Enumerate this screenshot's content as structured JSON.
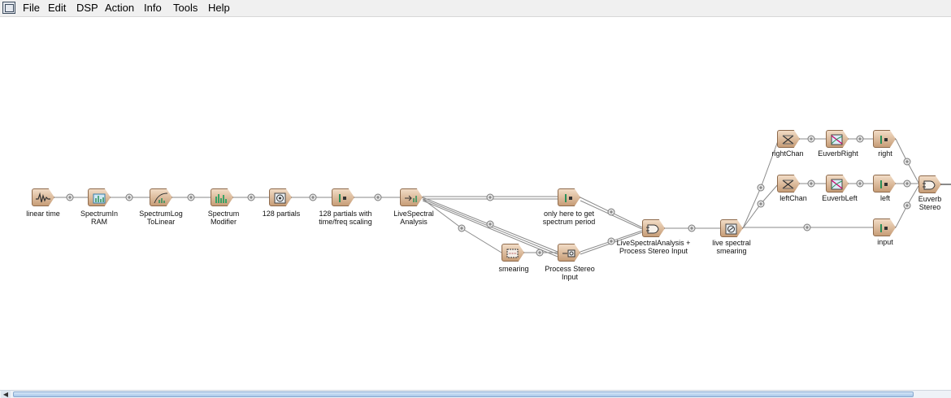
{
  "menu": [
    "File",
    "Edit",
    "DSP",
    "Action",
    "Info",
    "Tools",
    "Help"
  ],
  "nodes": {
    "linear_time": "linear time",
    "spectrum_in_ram": "SpectrumIn\nRAM",
    "spectrum_log": "SpectrumLog\nToLinear",
    "spectrum_modifier": "Spectrum\nModifier",
    "partials_128": "128 partials",
    "partials_scaling": "128 partials with\ntime/freq scaling",
    "live_spectral": "LiveSpectral\nAnalysis",
    "only_here": "only here to get\nspectrum period",
    "smearing": "smearing",
    "process_stereo": "Process Stereo\nInput",
    "live_plus_process": "LiveSpectralAnalysis +\nProcess Stereo Input",
    "live_smearing": "live spectral\nsmearing",
    "right_chan": "rightChan",
    "euverb_right": "EuverbRight",
    "right": "right",
    "left_chan": "leftChan",
    "euverb_left": "EuverbLeft",
    "left": "left",
    "input": "input",
    "euverb_stereo": "Euverb\nStereo"
  },
  "colors": {
    "node_top": "#f2dcc6",
    "node_bottom": "#c79d77",
    "wire": "#8a8a8a"
  },
  "icons": [
    "waveform-icon",
    "bar-chart-icon",
    "curve-icon",
    "spectrum-icon",
    "target-icon",
    "gate-icon",
    "analysis-icon",
    "dotted-box-icon",
    "stereo-icon",
    "merge-icon",
    "cross-icon",
    "sweep-icon"
  ]
}
